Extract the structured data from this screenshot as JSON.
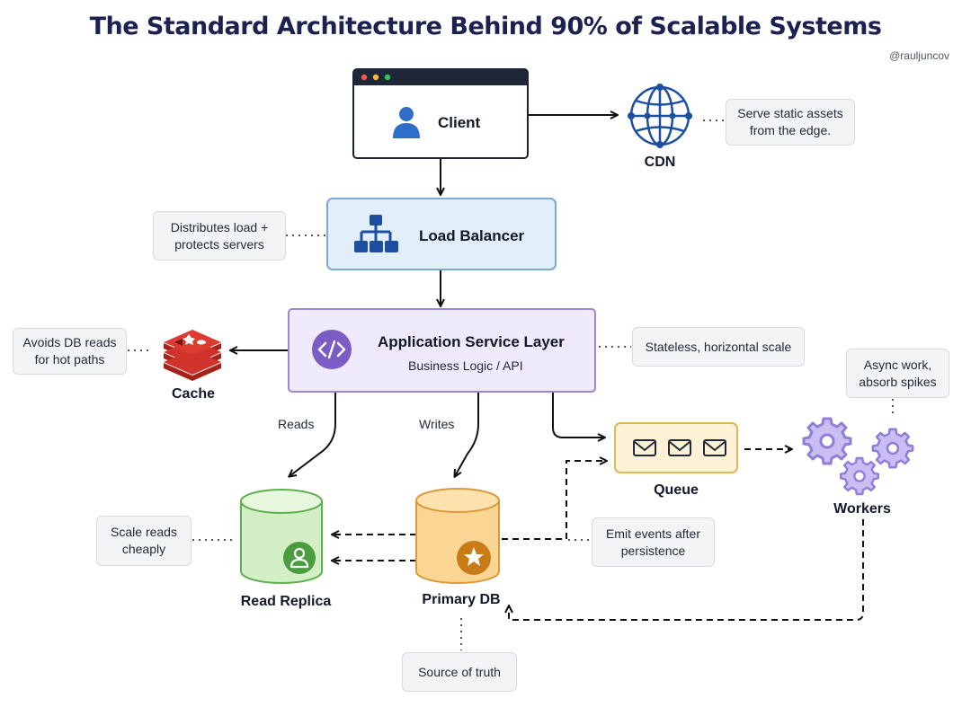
{
  "title": "The Standard Architecture Behind 90% of Scalable Systems",
  "author_handle": "@rauljuncov",
  "nodes": {
    "client": {
      "label": "Client"
    },
    "cdn": {
      "label": "CDN"
    },
    "load_balancer": {
      "label": "Load Balancer"
    },
    "app_layer": {
      "label": "Application Service Layer",
      "sublabel": "Business Logic / API"
    },
    "cache": {
      "label": "Cache"
    },
    "queue": {
      "label": "Queue"
    },
    "workers": {
      "label": "Workers"
    },
    "read_replica": {
      "label": "Read Replica"
    },
    "primary_db": {
      "label": "Primary DB"
    }
  },
  "edge_labels": {
    "reads": "Reads",
    "writes": "Writes"
  },
  "notes": {
    "cdn": "Serve static assets from the edge.",
    "load_balancer": "Distributes load + protects servers",
    "cache": "Avoids DB reads for hot paths",
    "app_layer": "Stateless, horizontal scale",
    "workers": "Async work, absorb spikes",
    "read_replica": "Scale reads cheaply",
    "events": "Emit events after persistence",
    "primary_db": "Source of truth"
  },
  "colors": {
    "title": "#1b2150",
    "app_fill": "#efeafc",
    "app_border": "#9b87d6",
    "lb_fill": "#e3eefb",
    "lb_border": "#7fa7d9",
    "queue_fill": "#fdf2d5",
    "queue_border": "#e0b85b",
    "replica_fill": "#d3efc6",
    "replica_border": "#5fae4f",
    "primary_fill": "#fbd594",
    "primary_border": "#d99a3a",
    "cache_red": "#d0332c",
    "workers_purple": "#8f7fd6",
    "icon_blue": "#1d4ea0"
  },
  "icons": [
    "user-icon",
    "globe-icon",
    "network-hierarchy-icon",
    "code-icon",
    "redis-stack-icon",
    "envelope-icon",
    "gear-icon",
    "user-badge-icon",
    "star-badge-icon"
  ]
}
